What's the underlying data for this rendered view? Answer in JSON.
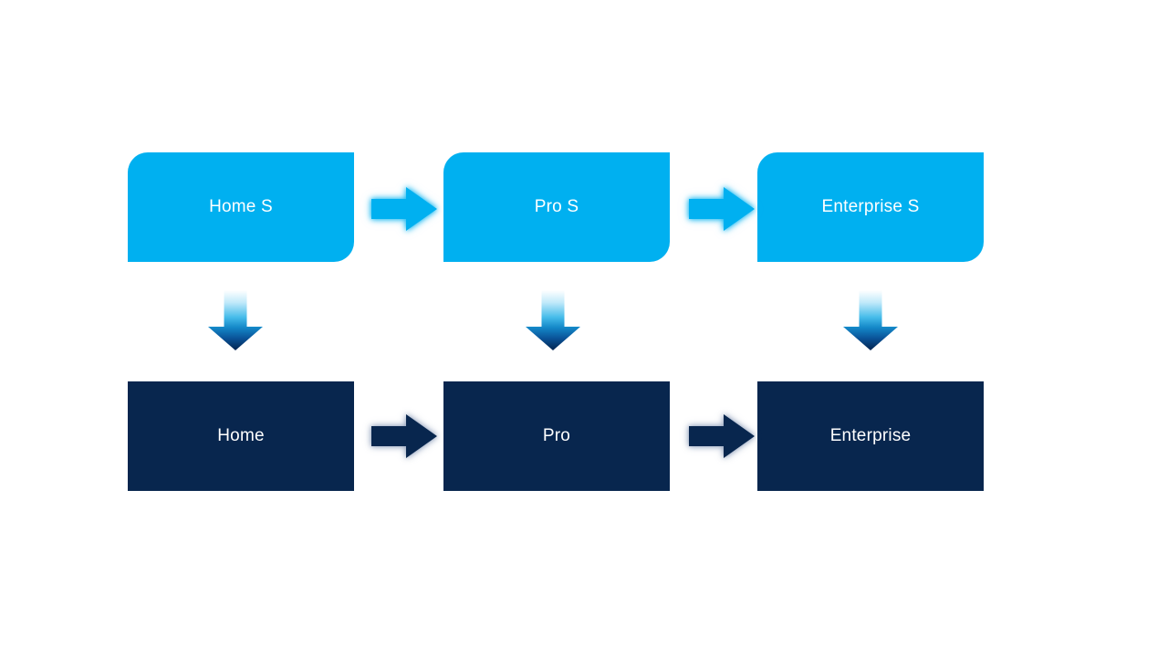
{
  "diagram": {
    "top_row": [
      {
        "label": "Home S"
      },
      {
        "label": "Pro S"
      },
      {
        "label": "Enterprise S"
      }
    ],
    "bottom_row": [
      {
        "label": "Home"
      },
      {
        "label": "Pro"
      },
      {
        "label": "Enterprise"
      }
    ],
    "colors": {
      "top_node_fill": "#00B0F0",
      "bottom_node_fill": "#08264E",
      "label_text": "#FFFFFF",
      "top_arrow_fill": "#00B0F0",
      "bottom_arrow_fill": "#08264E",
      "down_arrow_gradient_top": "#FFFFFF",
      "down_arrow_gradient_bottom": "#03234E",
      "background": "#FFFFFF"
    }
  }
}
